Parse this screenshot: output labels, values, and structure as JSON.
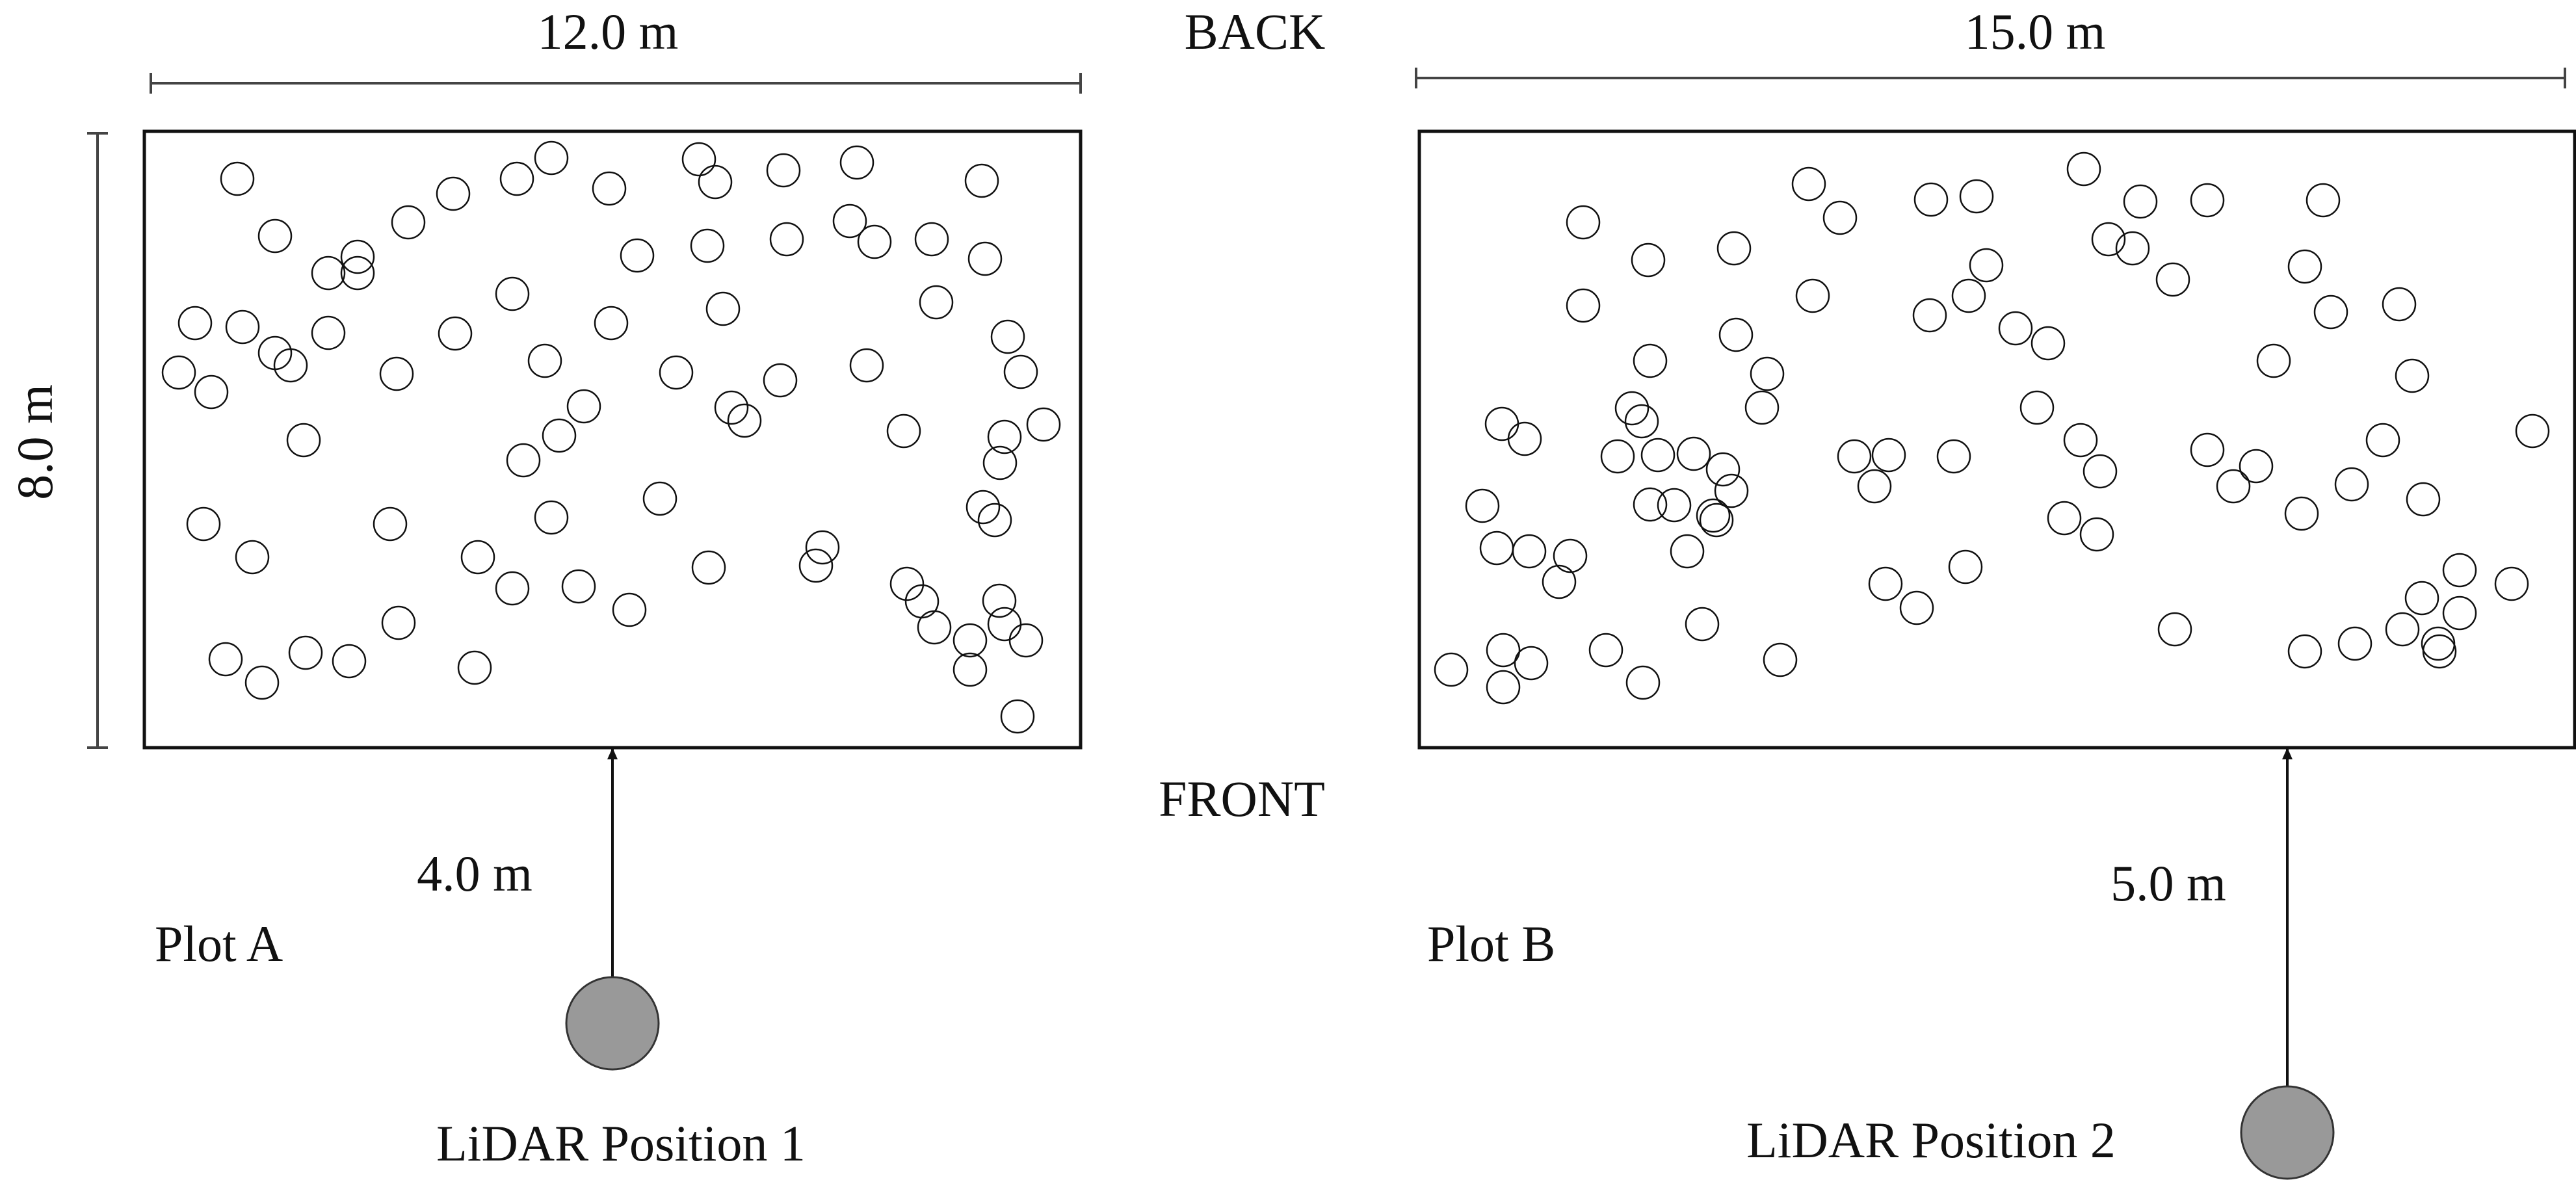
{
  "labels": {
    "back": "BACK",
    "front": "FRONT",
    "plot_a_width": "12.0 m",
    "plot_b_width": "15.0 m",
    "plot_height": "8.0 m",
    "plot_a_distance": "4.0 m",
    "plot_b_distance": "5.0 m"
  },
  "plots": [
    {
      "id": "a",
      "name": "Plot A",
      "width_m": 12.0,
      "height_m": 8.0,
      "lidar_distance_m": 4.0,
      "lidar_label": "LiDAR Position 1"
    },
    {
      "id": "b",
      "name": "Plot B",
      "width_m": 15.0,
      "height_m": 8.0,
      "lidar_distance_m": 5.0,
      "lidar_label": "LiDAR Position 2"
    }
  ],
  "colors": {
    "outline": "#111111",
    "lidar_fill": "#999999"
  }
}
